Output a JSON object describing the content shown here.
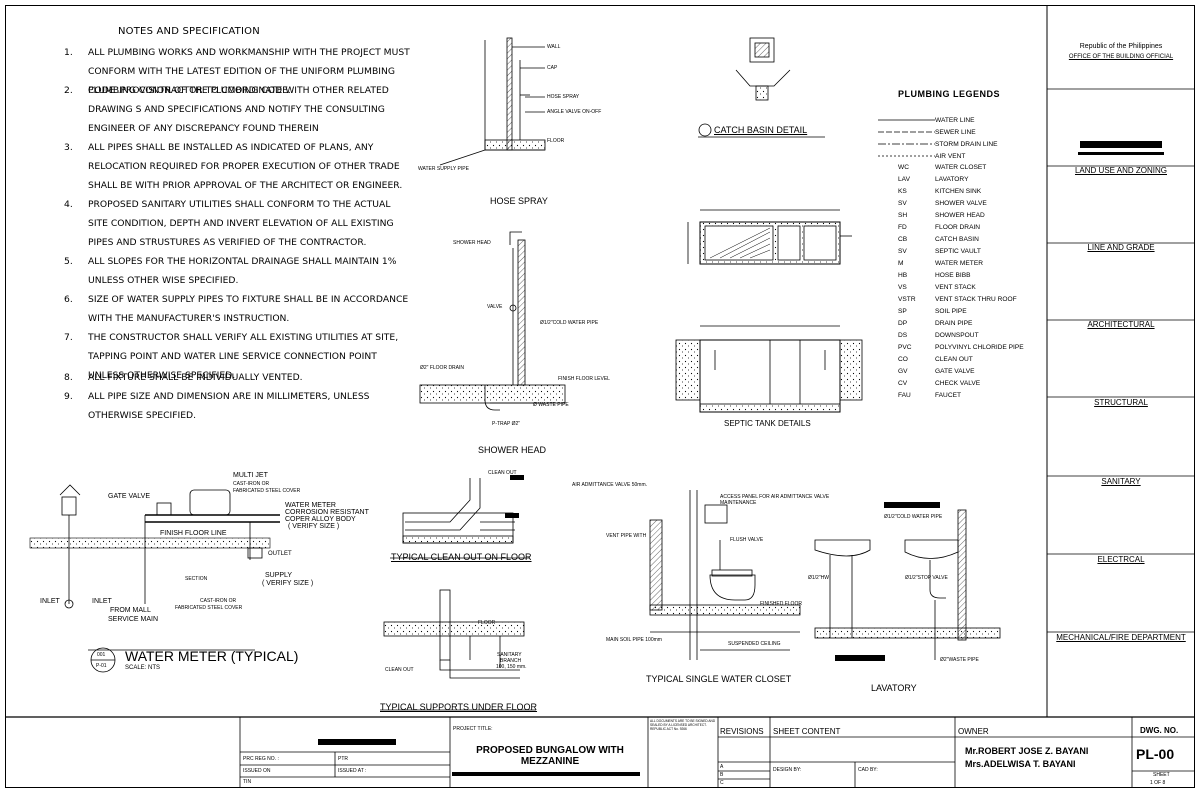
{
  "notes": {
    "title": "NOTES AND SPECIFICATION",
    "items": [
      {
        "num": "1.",
        "text": "ALL PLUMBING WORKS AND WORKMANSHIP WITH THE PROJECT MUST CONFORM WITH THE LATEST EDITION OF THE UNIFORM PLUMBING CODE .PROVISION OF THE PLUMBING CODE."
      },
      {
        "num": "2.",
        "text": "PLUMBING CONTRACTOR TO COORDINATE WITH OTHER RELATED DRAWING S AND SPECIFICATIONS AND NOTIFY THE CONSULTING ENGINEER OF ANY DISCREPANCY FOUND THEREIN"
      },
      {
        "num": "3.",
        "text": "ALL PIPES SHALL BE INSTALLED AS INDICATED OF PLANS, ANY RELOCATION REQUIRED FOR PROPER EXECUTION OF OTHER TRADE SHALL BE WITH PRIOR APPROVAL OF THE ARCHITECT OR ENGINEER."
      },
      {
        "num": "4.",
        "text": "PROPOSED SANITARY UTILITIES SHALL CONFORM TO THE ACTUAL SITE CONDITION, DEPTH AND INVERT ELEVATION OF ALL EXISTING PIPES AND STRUSTURES AS VERIFIED OF THE CONTRACTOR."
      },
      {
        "num": "5.",
        "text": "ALL SLOPES FOR THE HORIZONTAL DRAINAGE SHALL MAINTAIN 1% UNLESS OTHER WISE SPECIFIED."
      },
      {
        "num": "6.",
        "text": "SIZE OF WATER SUPPLY PIPES TO FIXTURE SHALL BE IN ACCORDANCE WITH THE MANUFACTURER'S INSTRUCTION."
      },
      {
        "num": "7.",
        "text": "THE CONSTRUCTOR SHALL VERIFY ALL EXISTING UTILITIES AT SITE, TAPPING POINT AND WATER LINE SERVICE CONNECTION POINT  UNLESS OTHERWISE SPECIFIED."
      },
      {
        "num": "8.",
        "text": "ALL FIXTURE SHALL BE INDIVIDUALLY VENTED."
      },
      {
        "num": "9.",
        "text": "ALL PIPE SIZE AND DIMENSION ARE IN MILLIMETERS, UNLESS OTHERWISE SPECIFIED."
      }
    ]
  },
  "details": {
    "hose_spray": {
      "caption": "HOSE  SPRAY",
      "wall": "WALL",
      "cap": "CAP",
      "hose": "HOSE SPRAY",
      "angle_valve": "ANGLE VALVE ON-OFF",
      "floor": "FLOOR",
      "supply": "WATER SUPPLY PIPE"
    },
    "catch_basin": {
      "caption": "CATCH BASIN DETAIL"
    },
    "shower_head": {
      "caption": "SHOWER HEAD",
      "head": "SHOWER HEAD",
      "valve": "VALVE",
      "cold": "Ø1/2\"COLD WATER PIPE",
      "drain": "Ø2\" FLOOR DRAIN",
      "finish": "FINISH FLOOR LEVEL",
      "waste": "Ø WASTE PIPE",
      "ptrap": "P-TRAP Ø2\""
    },
    "septic": {
      "caption": "SEPTIC TANK DETAILS"
    },
    "water_meter": {
      "title": "WATER METER (TYPICAL)",
      "scale": "SCALE: NTS",
      "num": "001",
      "sheet": "P-01",
      "multi_jet": "MULTI JET",
      "cast_iron": "CAST-IRON OR",
      "fab_cover": "FABRICATED STEEL COVER",
      "gate_valve": "GATE VALVE",
      "meter1": "WATER METER",
      "meter2": "CORROSION RESISTANT",
      "meter3": "COPER ALLOY BODY",
      "meter4": "( VERIFY SIZE )",
      "finish": "FINISH FLOOR LINE",
      "outlet": "OUTLET",
      "section": "SECTION",
      "supply1": "SUPPLY",
      "supply2": "( VERIFY SIZE )",
      "inlet": "INLET",
      "inlet2": "INLET",
      "from1": "FROM MALL",
      "from2": "SERVICE MAIN",
      "cast2": "CAST-IRON OR",
      "fab2": "FABRICATED STEEL COVER"
    },
    "clean_out_floor": {
      "caption": "TYPICAL CLEAN OUT ON FLOOR",
      "label": "CLEAN OUT"
    },
    "supports": {
      "caption": "TYPICAL SUPPORTS UNDER FLOOR",
      "floor": "FLOOR",
      "sanitary1": "SANITARY",
      "sanitary2": "BRANCH",
      "sanitary3": "100, 150 mm.",
      "clean": "CLEAN OUT"
    },
    "water_closet": {
      "caption": "TYPICAL SINGLE WATER CLOSET",
      "aav": "AIR ADMITTANCE VALVE 50mm.",
      "access1": "ACCESS PANEL FOR AIR ADMITTANCE VALVE",
      "access2": "MAINTENANCE",
      "vent": "VENT PIPE WITH",
      "flush": "FLUSH VALVE",
      "finished": "FINISHED FLOOR",
      "main": "MAIN SOIL PIPE 100mm",
      "ceiling": "SUSPENDED CEILING"
    },
    "lavatory": {
      "caption": "LAVATORY",
      "cold": "Ø1/2\"COLD WATER PIPE",
      "hw": "Ø1/2\"HW",
      "stop": "Ø1/2\"STOP VALVE",
      "waste": "Ø2\"WASTE PIPE"
    }
  },
  "legend": {
    "title": "PLUMBING LEGENDS",
    "lines": [
      "WATER LINE",
      "SEWER LINE",
      "STORM DRAIN LINE",
      "AIR VENT"
    ],
    "items": [
      {
        "abbr": "WC",
        "desc": "WATER CLOSET"
      },
      {
        "abbr": "LAV",
        "desc": "LAVATORY"
      },
      {
        "abbr": "KS",
        "desc": "KITCHEN SINK"
      },
      {
        "abbr": "SV",
        "desc": "SHOWER VALVE"
      },
      {
        "abbr": "SH",
        "desc": "SHOWER HEAD"
      },
      {
        "abbr": "FD",
        "desc": "FLOOR DRAIN"
      },
      {
        "abbr": "CB",
        "desc": "CATCH BASIN"
      },
      {
        "abbr": "SV",
        "desc": "SEPTIC VAULT"
      },
      {
        "abbr": "M",
        "desc": "WATER METER"
      },
      {
        "abbr": "HB",
        "desc": "HOSE BIBB"
      },
      {
        "abbr": "VS",
        "desc": "VENT STACK"
      },
      {
        "abbr": "VSTR",
        "desc": "VENT STACK THRU ROOF"
      },
      {
        "abbr": "SP",
        "desc": "SOIL PIPE"
      },
      {
        "abbr": "DP",
        "desc": "DRAIN PIPE"
      },
      {
        "abbr": "DS",
        "desc": "DOWNSPOUT"
      },
      {
        "abbr": "PVC",
        "desc": "POLYVINYL CHLORIDE PIPE"
      },
      {
        "abbr": "CO",
        "desc": "CLEAN OUT"
      },
      {
        "abbr": "GV",
        "desc": "GATE VALVE"
      },
      {
        "abbr": "CV",
        "desc": "CHECK VALVE"
      },
      {
        "abbr": "FAU",
        "desc": "FAUCET"
      }
    ]
  },
  "right_panel": {
    "republic": "Republic of the Philippines",
    "office": "OFFICE OF THE BUILDING OFFICIAL",
    "sections": [
      "LAND USE AND ZONING",
      "LINE AND GRADE",
      "ARCHITECTURAL",
      "STRUCTURAL",
      "SANITARY",
      "ELECTRCAL",
      "MECHANICAL/FIRE DEPARTMENT"
    ]
  },
  "title_block": {
    "prc": "PRC REG NO. :",
    "issued_on": "ISSUED ON",
    "tin": "TIN",
    "ptr": "PTR",
    "issued_at": "ISSUED AT :",
    "project_title_label": "PROJECT TITLE:",
    "project_title": "PROPOSED BUNGALOW WITH MEZZANINE",
    "revisions": "REVISIONS",
    "sheet_content": "SHEET CONTENT",
    "design_by": "DESIGN BY:",
    "cad_by": "CAD BY:",
    "owner_label": "OWNER",
    "owner1": "Mr.ROBERT JOSE Z. BAYANI",
    "owner2": "Mrs.ADELWISA T. BAYANI",
    "dwg_label": "DWG. NO.",
    "dwg_no": "PL-00",
    "sheet_label": "SHEET",
    "sheet_of": "1 OF 8",
    "rev_letters": [
      "A",
      "B",
      "C"
    ],
    "note_text": "ALL DOCUMENTS ARE TO BE SIGNED AND SEALED BY A LICENSED ARCHITECT. REPUBLIC ACT No. 9266"
  }
}
